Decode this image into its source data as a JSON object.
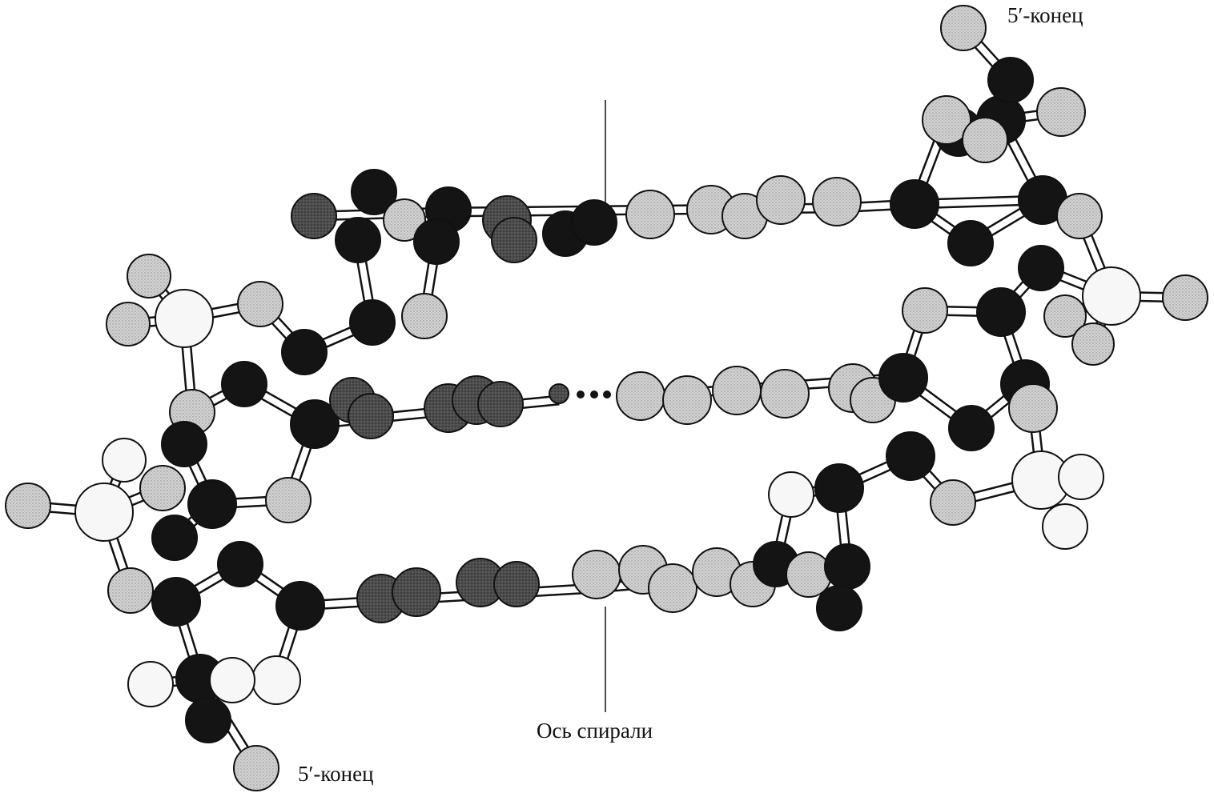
{
  "labels": {
    "five_prime_end_top": "5′-конец",
    "five_prime_end_bottom": "5′-конец",
    "helix_axis": "Ось спирали"
  },
  "colors": {
    "background": "#ffffff",
    "outline": "#111111",
    "atom_black": "#141414",
    "atom_dark_gray": "#4a4a4a",
    "atom_light_gray": "#cfcfcf",
    "atom_white": "#f7f7f7",
    "bond": "#ffffff"
  }
}
